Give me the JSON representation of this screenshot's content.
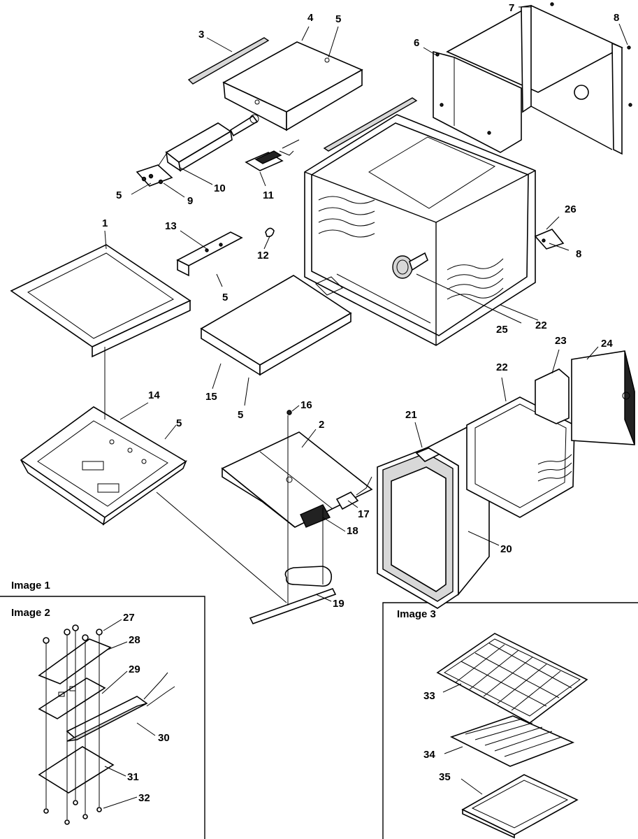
{
  "sections": {
    "image1": "Image 1",
    "image2": "Image 2",
    "image3": "Image 3"
  },
  "callouts": {
    "c1": "1",
    "c2": "2",
    "c3": "3",
    "c4": "4",
    "c5a": "5",
    "c5b": "5",
    "c5c": "5",
    "c5d": "5",
    "c5e": "5",
    "c6": "6",
    "c7": "7",
    "c8a": "8",
    "c8b": "8",
    "c9": "9",
    "c10": "10",
    "c11": "11",
    "c12": "12",
    "c13": "13",
    "c14": "14",
    "c15": "15",
    "c16": "16",
    "c17": "17",
    "c18": "18",
    "c19": "19",
    "c20": "20",
    "c21": "21",
    "c22a": "22",
    "c22b": "22",
    "c23": "23",
    "c24": "24",
    "c25": "25",
    "c26": "26",
    "c27": "27",
    "c28": "28",
    "c29": "29",
    "c30": "30",
    "c31": "31",
    "c32": "32",
    "c33": "33",
    "c34": "34",
    "c35": "35"
  }
}
